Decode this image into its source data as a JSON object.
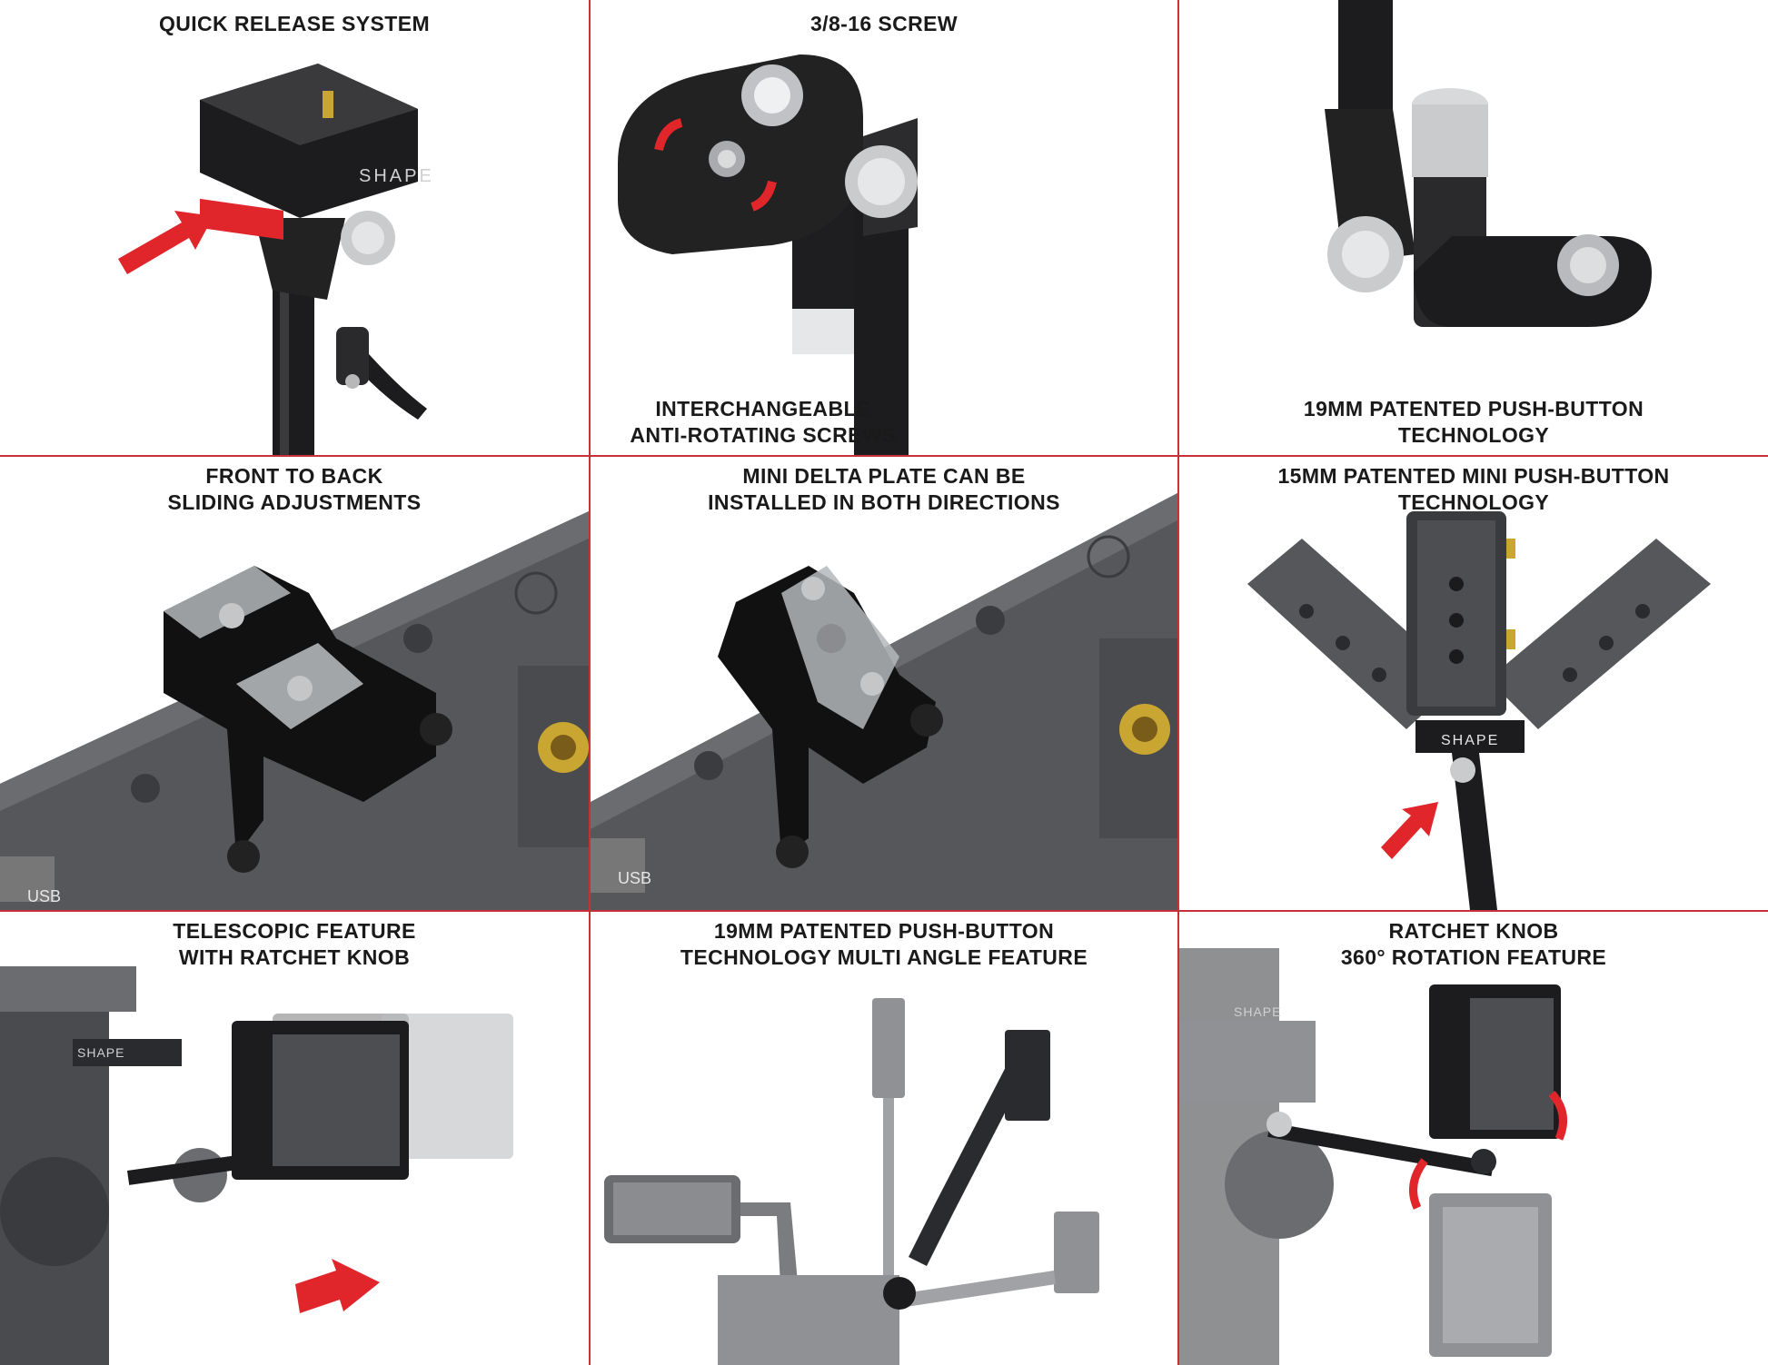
{
  "panels": [
    {
      "lines": [
        "QUICK RELEASE SYSTEM"
      ],
      "logo": "SHAPE"
    },
    {
      "lines": [
        "3/8-16 SCREW"
      ],
      "bottom_lines": [
        "INTERCHANGEABLE",
        "ANTI-ROTATING SCREWS"
      ]
    },
    {
      "lines": [],
      "bottom_lines": [
        "19MM PATENTED PUSH-BUTTON",
        "TECHNOLOGY"
      ]
    },
    {
      "lines": [
        "FRONT TO BACK",
        "SLIDING ADJUSTMENTS"
      ],
      "port_label": "USB"
    },
    {
      "lines": [
        "MINI DELTA PLATE CAN BE",
        "INSTALLED IN BOTH DIRECTIONS"
      ],
      "port_label": "USB"
    },
    {
      "lines": [
        "15MM PATENTED MINI PUSH-BUTTON",
        "TECHNOLOGY"
      ],
      "logo": "SHAPE"
    },
    {
      "lines": [
        "TELESCOPIC FEATURE",
        "WITH RATCHET KNOB"
      ],
      "logo": "SHAPE"
    },
    {
      "lines": [
        "19MM PATENTED PUSH-BUTTON",
        "TECHNOLOGY MULTI ANGLE FEATURE"
      ]
    },
    {
      "lines": [
        "RATCHET KNOB",
        "360° ROTATION FEATURE"
      ],
      "logo": "SHAPE"
    }
  ],
  "colors": {
    "divider": "#c7303a",
    "arrow": "#e0262b",
    "metal_dark": "#1c1c1e",
    "metal_light": "#c9cbcd",
    "panel_gray": "#55575a"
  }
}
